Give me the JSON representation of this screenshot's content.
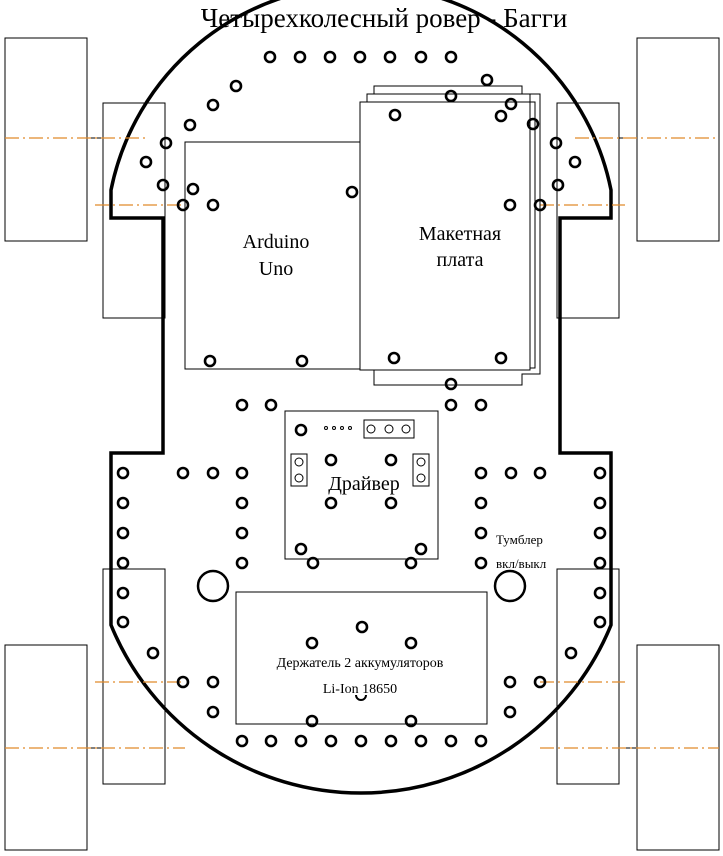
{
  "title": "Четырехколесный ровер - Багги",
  "labels": {
    "arduino_line1": "Arduino",
    "arduino_line2": "Uno",
    "breadboard_line1": "Макетная",
    "breadboard_line2": "плата",
    "driver": "Драйвер",
    "switch_line1": "Тумблер",
    "switch_line2": "вкл/выкл",
    "battery_line1": "Держатель 2 аккумуляторов",
    "battery_line2": "Li-Ion 18650"
  },
  "colors": {
    "outline": "#000000",
    "axis_line": "#e08a2a",
    "background": "#ffffff"
  }
}
